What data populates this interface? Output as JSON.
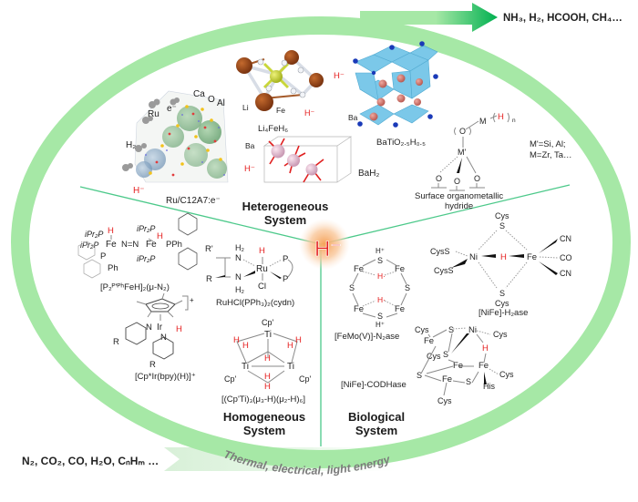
{
  "outputs": {
    "label": "NH₃, H₂, HCOOH, CH₄…"
  },
  "inputs": {
    "label": "N₂, CO₂, CO, H₂O, CₙHₘ …"
  },
  "energy": {
    "label": "Thermal, electrical, light energy"
  },
  "center": {
    "label": "H⁻"
  },
  "colors": {
    "ring": "#a6e8a6",
    "arrow_start": "#a6e8a6",
    "arrow_end": "#00b050",
    "divider": "#4cc98a",
    "hydride": "#e52020",
    "glow": "#f6a35a"
  },
  "sections": {
    "heterogeneous": {
      "title_line1": "Heterogeneous",
      "title_line2": "System",
      "items": {
        "ru_c12a7": {
          "caption": "Ru/C12A7:e⁻",
          "labels": {
            "ca": "Ca",
            "o": "O",
            "al": "Al",
            "ru": "Ru",
            "e": "e⁻",
            "h2": "H₂",
            "h": "H⁻"
          }
        },
        "li4feh6": {
          "caption": "Li₄FeH₆",
          "labels": {
            "li": "Li",
            "fe": "Fe",
            "h": "H⁻"
          }
        },
        "batio": {
          "caption": "BaTiO₂.₅H₀.₅",
          "labels": {
            "h": "H⁻",
            "ba": "Ba"
          }
        },
        "bah2": {
          "caption": "BaH₂",
          "labels": {
            "ba": "Ba",
            "h": "H⁻"
          }
        },
        "surface": {
          "caption_line1": "Surface organometallic",
          "caption_line2": "hydride",
          "note_line1": "M'=Si, Al;",
          "note_line2": "M=Zr, Ta…",
          "labels": {
            "o": "O",
            "m": "M",
            "mprime": "M'",
            "h": "H",
            "n": "n"
          }
        }
      }
    },
    "homogeneous": {
      "title_line1": "Homogeneous",
      "title_line2": "System",
      "items": {
        "fe_dimer": {
          "caption": "[P₂ᴾ'ᴾʰFeH]₂(μ-N₂)",
          "labels": {
            "ipr2p": "iPr₂P",
            "fe": "Fe",
            "h": "H",
            "nn": "N=N",
            "pph": "PPh",
            "p": "P",
            "ph": "Ph"
          }
        },
        "ru": {
          "caption": "RuHCl(PPh₃)₂(cydn)",
          "labels": {
            "r1": "R'",
            "r": "R",
            "nh2": "N",
            "h2": "H₂",
            "ru": "Ru",
            "cl": "Cl",
            "p": "P",
            "h": "H"
          }
        },
        "ir": {
          "caption": "[Cp*Ir(bpy)(H)]⁺",
          "labels": {
            "ir": "Ir",
            "n": "N",
            "r": "R",
            "h": "H",
            "plus": "+"
          }
        },
        "ti": {
          "caption": "[(Cp'Ti)₃(μ₃-H)(μ₂-H)₆]",
          "labels": {
            "cp": "Cp'",
            "ti": "Ti",
            "h": "H"
          }
        }
      }
    },
    "biological": {
      "title_line1": "Biological",
      "title_line2": "System",
      "items": {
        "femo": {
          "caption": "[FeMo(V)]-N₂ase",
          "labels": {
            "fe": "Fe",
            "s": "S",
            "hplus": "H⁺",
            "hdot": "H·"
          }
        },
        "nife_h2ase": {
          "caption": "[NiFe]-H₂ase",
          "labels": {
            "cys": "Cys",
            "s": "S",
            "cyss": "CysS",
            "ni": "Ni",
            "h": "H",
            "fe": "Fe",
            "cn": "CN",
            "co": "CO"
          }
        },
        "codhase": {
          "caption": "[NiFe]-CODHase",
          "labels": {
            "cys": "Cys",
            "s": "S",
            "ni": "Ni",
            "fe": "Fe",
            "h": "H",
            "his": "His"
          }
        }
      }
    }
  }
}
